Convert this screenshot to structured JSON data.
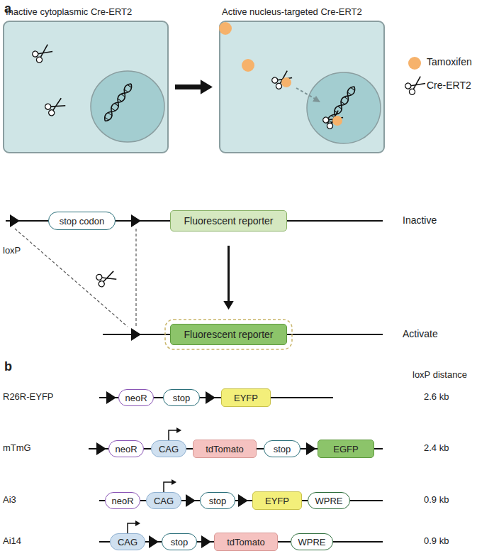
{
  "diagram": {
    "nodes": [
      {
        "text": [
          "Inactive cytoplasmic Cre-ERT2"
        ]
      },
      {
        "text": [
          "Active nucleus-targeted Cre-ERT2"
        ]
      },
      {
        "text": [
          "stop codon"
        ]
      },
      {
        "text": [
          "Fluorescent reporter"
        ]
      },
      {
        "text": [
          "Fluorescent reporter"
        ]
      },
      {
        "text": [
          "neoR"
        ]
      },
      {
        "text": [
          "stop"
        ]
      },
      {
        "text": [
          "EYFP"
        ]
      },
      {
        "text": [
          "neoR"
        ]
      },
      {
        "text": [
          "CAG"
        ]
      },
      {
        "text": [
          "tdTomato"
        ]
      },
      {
        "text": [
          "stop"
        ]
      },
      {
        "text": [
          "EGFP"
        ]
      },
      {
        "text": [
          "neoR"
        ]
      },
      {
        "text": [
          "CAG"
        ]
      },
      {
        "text": [
          "stop"
        ]
      },
      {
        "text": [
          "EYFP"
        ]
      },
      {
        "text": [
          "WPRE"
        ]
      },
      {
        "text": [
          "CAG"
        ]
      },
      {
        "text": [
          "stop"
        ]
      },
      {
        "text": [
          "tdTomato"
        ]
      },
      {
        "text": [
          "WPRE"
        ]
      }
    ],
    "edges": [
      {
        "from": 0,
        "to": 1,
        "arrow": "to"
      },
      {
        "from": 3,
        "to": 4,
        "arrow": "to"
      }
    ],
    "labels": [
      "a",
      "loxP",
      "Inactive",
      "Activate",
      "b",
      "loxP distance",
      "R26R-EYFP",
      "2.6 kb",
      "mTmG",
      "2.4 kb",
      "Ai3",
      "0.9 kb",
      "Ai14",
      "0.9 kb"
    ],
    "legend": [
      {
        "text": "Tamoxifen",
        "color": "#f6b26b"
      },
      {
        "text": "Cre-ERT2"
      }
    ]
  }
}
